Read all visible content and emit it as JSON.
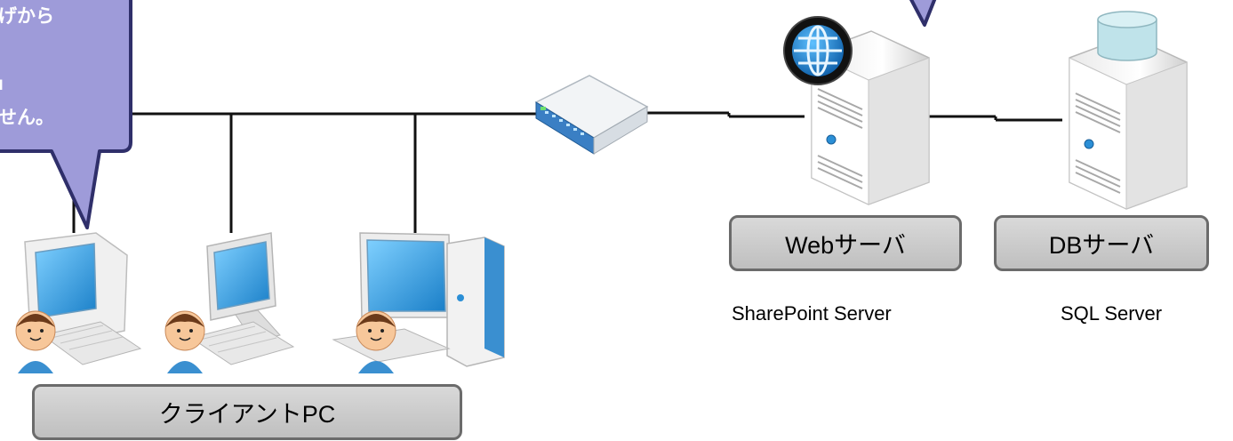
{
  "callout": {
    "lines": [
      "げから",
      "",
      "ı",
      "せん。"
    ],
    "fill": "#9e9bd9",
    "stroke": "#2f2f6a"
  },
  "servers": {
    "web_label": "Webサーバ",
    "web_caption": "SharePoint Server",
    "db_label": "DBサーバ",
    "db_caption": "SQL Server"
  },
  "clients": {
    "label": "クライアントPC"
  },
  "colors": {
    "line": "#111111",
    "box_border": "#6b6b6b",
    "screen": "#2a9de0",
    "globe": "#2b8fd6",
    "db_cylinder": "#bfe3ea",
    "switch": "#3a7fc4"
  }
}
